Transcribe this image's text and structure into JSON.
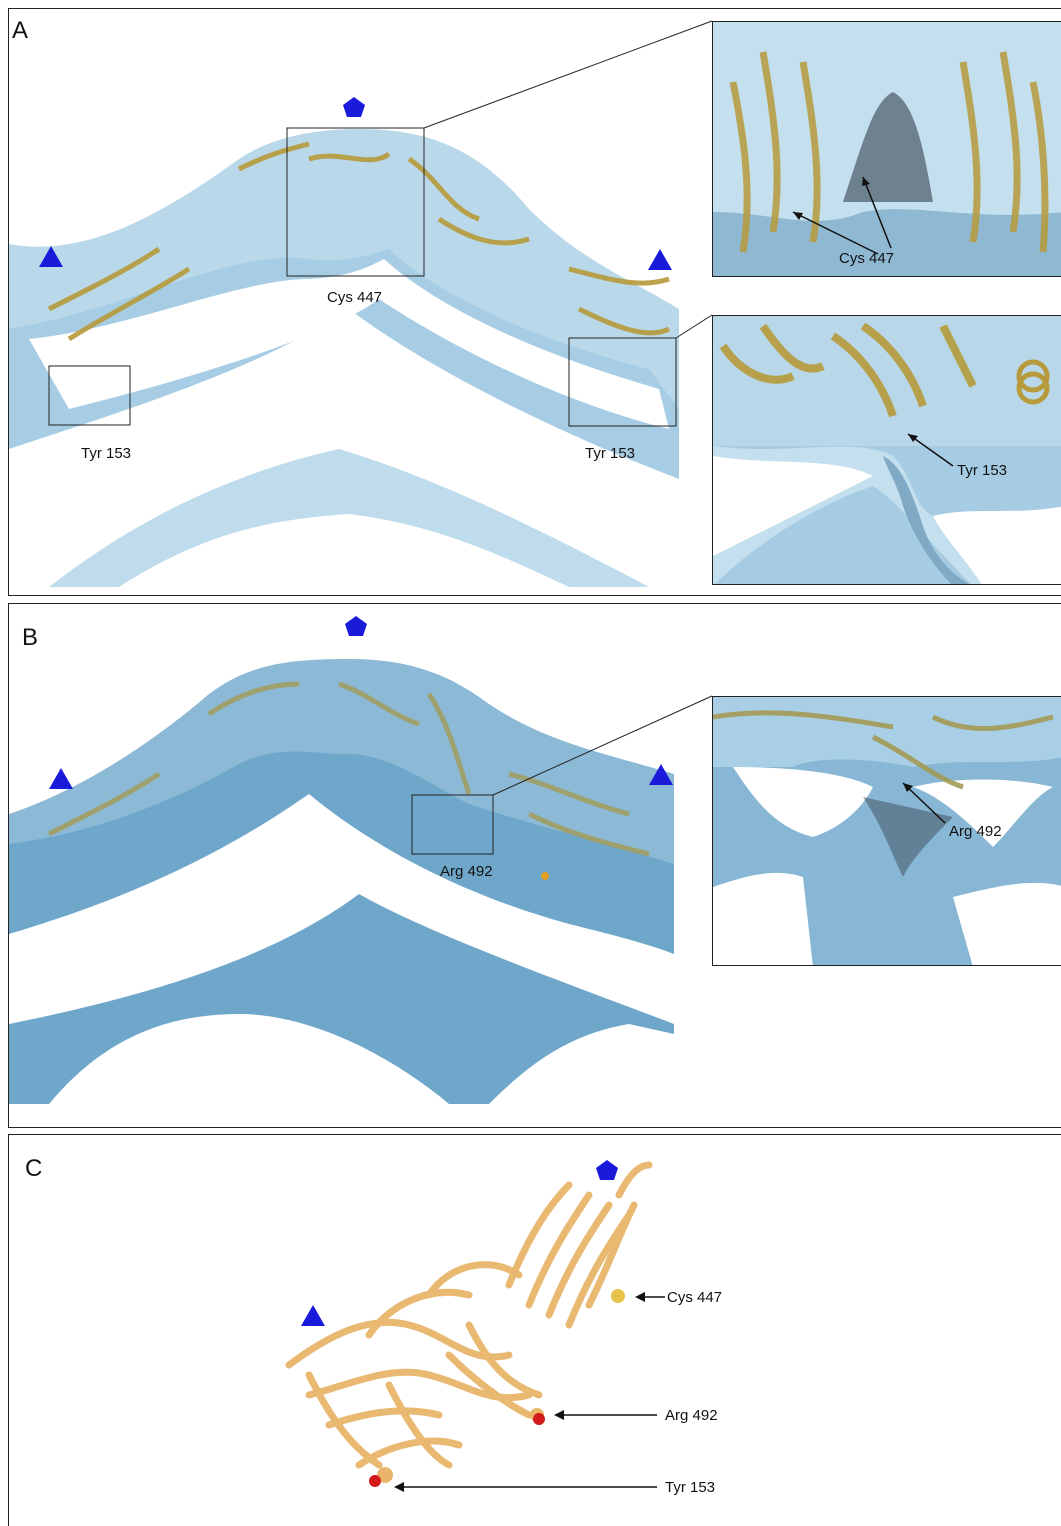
{
  "figure": {
    "panels": [
      {
        "letter": "A",
        "labels": {
          "cys": "Cys 447",
          "tyr_left": "Tyr 153",
          "tyr_right": "Tyr 153",
          "inset_top_cys": "Cys 447",
          "inset_bottom_tyr": "Tyr 153"
        }
      },
      {
        "letter": "B",
        "labels": {
          "arg": "Arg 492",
          "inset_arg": "Arg 492"
        }
      },
      {
        "letter": "C",
        "labels": {
          "cys": "Cys 447",
          "arg": "Arg 492",
          "tyr": "Tyr 153"
        }
      }
    ],
    "symbols": {
      "pentagon": "fivefold-axis-pentagon",
      "triangle": "threefold-axis-triangle",
      "color": "#1a1adb"
    },
    "colors": {
      "density": "#a9cfe6",
      "density_dark": "#5d9cc6",
      "shadow": "#3d4c58",
      "ribbon": "#b79a3a",
      "ribbon_c": "#e8b56a",
      "atom_red": "#d21a1a"
    }
  }
}
